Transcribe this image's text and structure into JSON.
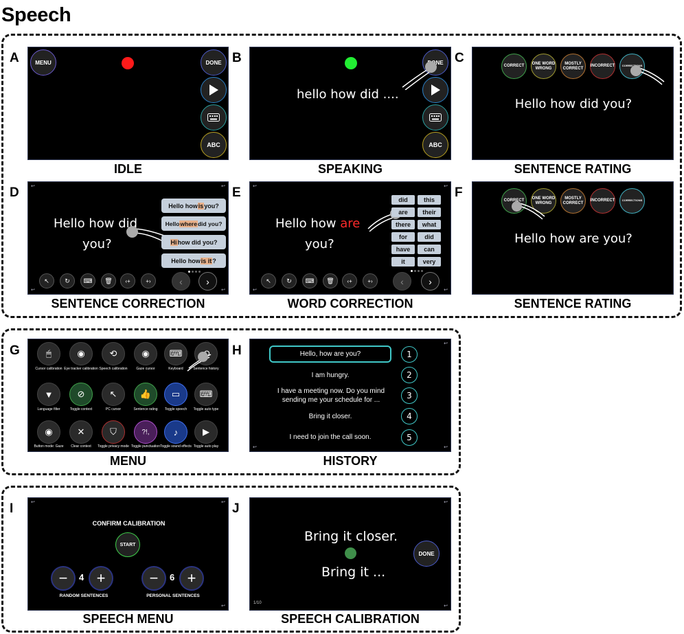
{
  "title": "Speech",
  "panels": {
    "A": {
      "letter": "A",
      "caption": "IDLE",
      "menu": "MENU",
      "done": "DONE",
      "abc": "ABC"
    },
    "B": {
      "letter": "B",
      "caption": "SPEAKING",
      "text": "hello how did ....",
      "done": "DONE",
      "abc": "ABC"
    },
    "C": {
      "letter": "C",
      "caption": "SENTENCE RATING",
      "sentence": "Hello how did you?",
      "ratings": [
        "CORRECT",
        "ONE WORD WRONG",
        "MOSTLY CORRECT",
        "INCORRECT",
        "CORRECTIONS"
      ]
    },
    "D": {
      "letter": "D",
      "caption": "SENTENCE CORRECTION",
      "sentence_line1": "Hello how did",
      "sentence_line2": "you?",
      "suggestions": [
        {
          "pre": "Hello how ",
          "hl": "is",
          "post": " you?"
        },
        {
          "pre": "Hello ",
          "hl": "where",
          "post": " did you?"
        },
        {
          "pre": "",
          "hl": "Hi",
          "post": " how did you?"
        },
        {
          "pre": "Hello how ",
          "hl": "is it",
          "post": "?"
        }
      ]
    },
    "E": {
      "letter": "E",
      "caption": "WORD CORRECTION",
      "line1_pre": "Hello how ",
      "line1_hl": "are",
      "line2": "you?",
      "words": [
        "did",
        "this",
        "are",
        "their",
        "there",
        "what",
        "for",
        "did",
        "have",
        "can",
        "it",
        "very"
      ]
    },
    "F": {
      "letter": "F",
      "caption": "SENTENCE RATING",
      "sentence": "Hello how are you?",
      "ratings": [
        "CORRECT",
        "ONE WORD WRONG",
        "MOSTLY CORRECT",
        "INCORRECT",
        "CORRECTIONS"
      ]
    },
    "G": {
      "letter": "G",
      "caption": "MENU",
      "buttons": [
        "Cursor calibration",
        "Eye tracker calibration",
        "Speech calibration",
        "Gaze cursor",
        "Keyboard",
        "Sentence history",
        "Language filter",
        "Toggle context",
        "PC cursor",
        "Sentence rating",
        "Toggle speech",
        "Toggle auto type",
        "Button mode: Gaze",
        "Clear context",
        "Toggle privacy mode",
        "Toggle punctuation",
        "Toggle sound effects",
        "Toggle auto play"
      ]
    },
    "H": {
      "letter": "H",
      "caption": "HISTORY",
      "items": [
        "Hello, how are you?",
        "I am hungry.",
        "I have a meeting now. Do you mind sending me your schedule for ...",
        "Bring it closer.",
        "I need to join the call soon."
      ],
      "numbers": [
        "1",
        "2",
        "3",
        "4",
        "5"
      ]
    },
    "I": {
      "letter": "I",
      "caption": "SPEECH MENU",
      "confirm": "CONFIRM CALIBRATION",
      "start": "START",
      "random_value": "4",
      "random_label": "RANDOM SENTENCES",
      "personal_value": "6",
      "personal_label": "PERSONAL SENTENCES",
      "minus": "−",
      "plus": "+"
    },
    "J": {
      "letter": "J",
      "caption": "SPEECH CALIBRATION",
      "target": "Bring it closer.",
      "partial": "Bring it ...",
      "done": "DONE",
      "progress": "1/10"
    }
  },
  "colors": {
    "idle_dot": "#ff1a1a",
    "speaking_dot": "#22ee33",
    "highlight": "#e8b08a",
    "error_word": "#ff2a2a",
    "calib_dot": "#3f8f4a"
  }
}
